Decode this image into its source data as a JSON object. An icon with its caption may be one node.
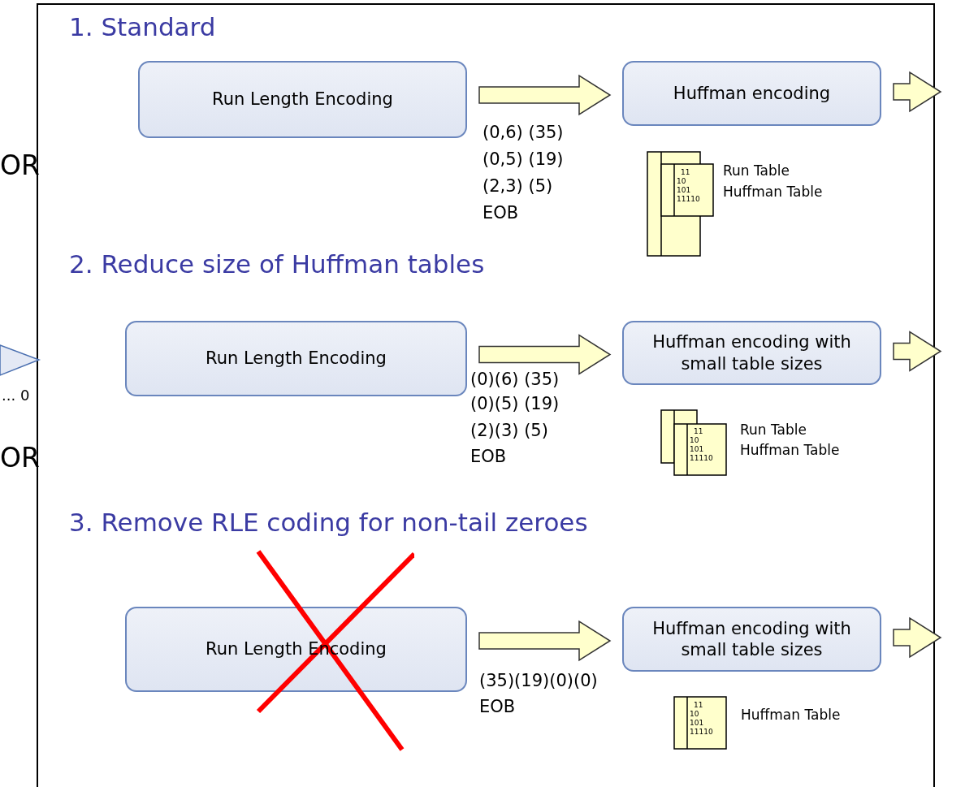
{
  "diagram": {
    "nodes": [
      {
        "text": [
          "Run Length Encoding"
        ]
      },
      {
        "text": [
          "Huffman encoding"
        ]
      },
      {
        "text": [
          "Run Length Encoding"
        ]
      },
      {
        "text": [
          "Huffman encoding with small table sizes"
        ]
      },
      {
        "text": [
          "Run Length Encoding"
        ]
      },
      {
        "text": [
          "Huffman encoding with small table sizes"
        ]
      }
    ],
    "edges": [
      {
        "from": 0,
        "to": 1,
        "arrow": "to",
        "style": "thick"
      },
      {
        "from": 1,
        "to": null,
        "arrow": "to",
        "style": "thick"
      },
      {
        "from": 2,
        "to": 3,
        "arrow": "to",
        "style": "thick"
      },
      {
        "from": 3,
        "to": null,
        "arrow": "to",
        "style": "thick"
      },
      {
        "from": 4,
        "to": 5,
        "arrow": "to",
        "style": "thick"
      },
      {
        "from": 5,
        "to": null,
        "arrow": "to",
        "style": "thick"
      }
    ],
    "labels": [
      "1. Standard",
      "OR",
      "(0,6) (35)",
      "(0,5) (19)",
      "(2,3) (5)",
      "EOB",
      "11",
      "10",
      "101",
      "11110",
      "Run Table",
      "Huffman Table",
      "2. Reduce size of Huffman tables",
      "... 0",
      "(0)(6) (35)",
      "(0)(5) (19)",
      "(2)(3) (5)",
      "EOB",
      "11",
      "10",
      "101",
      "11110",
      "Run Table",
      "Huffman Table",
      "OR",
      "3. Remove RLE coding for non-tail zeroes",
      "(35)(19)(0)(0)",
      "EOB",
      "11",
      "10",
      "101",
      "11110",
      "Huffman Table"
    ]
  }
}
